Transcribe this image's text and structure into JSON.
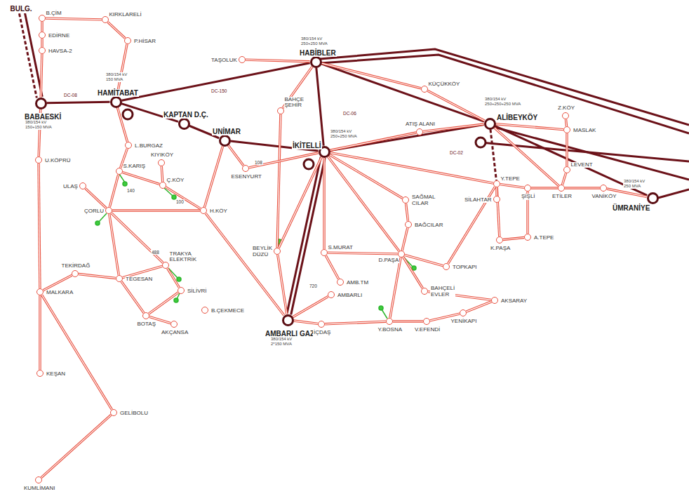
{
  "diagram": {
    "nodes": [
      {
        "text": [
          "BULG."
        ]
      },
      {
        "text": [
          "B.ÇİM"
        ]
      },
      {
        "text": [
          "KIRKLARELİ"
        ]
      },
      {
        "text": [
          "P.HİSAR"
        ]
      },
      {
        "text": [
          "EDİRNE"
        ]
      },
      {
        "text": [
          "HAVSA-2"
        ]
      },
      {
        "text": [
          "BABAESKİ"
        ]
      },
      {
        "text": [
          "HAMİTABAT"
        ]
      },
      {
        "text": [
          "TAŞOLUK"
        ]
      },
      {
        "text": [
          "HABİBLER"
        ]
      },
      {
        "text": [
          "KÜÇÜKKÖY"
        ]
      },
      {
        "text": [
          "ALİBEYKÖY"
        ]
      },
      {
        "text": [
          "Z.KÖY"
        ]
      },
      {
        "text": [
          "MASLAK"
        ]
      },
      {
        "text": [
          "LEVENT"
        ]
      },
      {
        "text": [
          "ÜMRANİYE"
        ]
      },
      {
        "text": [
          "VANİKÖY"
        ]
      },
      {
        "text": [
          "ETİLER"
        ]
      },
      {
        "text": [
          "ŞİŞLİ"
        ]
      },
      {
        "text": [
          "Y.TEPE"
        ]
      },
      {
        "text": [
          "SİLAHTAR"
        ]
      },
      {
        "text": [
          "K.PAŞA"
        ]
      },
      {
        "text": [
          "A.TEPE"
        ]
      },
      {
        "text": [
          "UNİMAR"
        ]
      },
      {
        "text": [
          "KAPTAN D.Ç."
        ]
      },
      {
        "text": [
          "İKİTELLİ"
        ]
      },
      {
        "text": [
          "BAHÇE ŞEHİR"
        ]
      },
      {
        "text": [
          "ATIŞ ALANI"
        ]
      },
      {
        "text": [
          "ESENYURT"
        ]
      },
      {
        "text": [
          "L.BURGAZ"
        ]
      },
      {
        "text": [
          "KIYIKÖY"
        ]
      },
      {
        "text": [
          "S.KARIŞ"
        ]
      },
      {
        "text": [
          "Ç.KÖY"
        ]
      },
      {
        "text": [
          "ULAŞ"
        ]
      },
      {
        "text": [
          "U.KÖPRÜ"
        ]
      },
      {
        "text": [
          "ÇORLU"
        ]
      },
      {
        "text": [
          "H.KÖY"
        ]
      },
      {
        "text": [
          "TRAKYA ELEKTRİK"
        ]
      },
      {
        "text": [
          "TEKİRDAĞ"
        ]
      },
      {
        "text": [
          "TEGESAN"
        ]
      },
      {
        "text": [
          "MALKARA"
        ]
      },
      {
        "text": [
          "SİLİVRİ"
        ]
      },
      {
        "text": [
          "BOTAŞ"
        ]
      },
      {
        "text": [
          "AKÇANSA"
        ]
      },
      {
        "text": [
          "B.ÇEKMECE"
        ]
      },
      {
        "text": [
          "BEYLİK DÜZÜ"
        ]
      },
      {
        "text": [
          "AMBARLI GAZ"
        ]
      },
      {
        "text": [
          "S.MURAT"
        ]
      },
      {
        "text": [
          "AMB.TM"
        ]
      },
      {
        "text": [
          "AMBARLI"
        ]
      },
      {
        "text": [
          "İÇDAŞ"
        ]
      },
      {
        "text": [
          "Y.BOSNA"
        ]
      },
      {
        "text": [
          "V.EFENDİ"
        ]
      },
      {
        "text": [
          "D.PAŞA"
        ]
      },
      {
        "text": [
          "SAĞMAL CILAR"
        ]
      },
      {
        "text": [
          "BAĞCILAR"
        ]
      },
      {
        "text": [
          "TOPKAPI"
        ]
      },
      {
        "text": [
          "BAHÇELİ EVLER"
        ]
      },
      {
        "text": [
          "AKSARAY"
        ]
      },
      {
        "text": [
          "YENİKAPI"
        ]
      },
      {
        "text": [
          "KEŞAN"
        ]
      },
      {
        "text": [
          "GELİBOLU"
        ]
      },
      {
        "text": [
          "KUMLİMANI"
        ]
      }
    ],
    "edges": [
      {
        "from": 0,
        "to": 6,
        "arrow": "none"
      },
      {
        "from": 0,
        "to": 6,
        "arrow": "none"
      },
      {
        "from": 6,
        "to": 7,
        "arrow": "none"
      },
      {
        "from": 7,
        "to": 9,
        "arrow": "none"
      },
      {
        "from": 7,
        "to": 24,
        "arrow": "none"
      },
      {
        "from": 24,
        "to": 23,
        "arrow": "none"
      },
      {
        "from": 23,
        "to": 25,
        "arrow": "none"
      },
      {
        "from": 9,
        "to": 25,
        "arrow": "none"
      },
      {
        "from": 9,
        "to": 11,
        "arrow": "none"
      },
      {
        "from": 25,
        "to": 11,
        "arrow": "none"
      },
      {
        "from": 11,
        "to": 15,
        "arrow": "none"
      },
      {
        "from": 25,
        "to": 46,
        "arrow": "none"
      },
      {
        "from": 25,
        "to": 46,
        "arrow": "none"
      },
      {
        "from": 11,
        "to": 19,
        "arrow": "none"
      },
      {
        "from": 1,
        "to": 2,
        "arrow": "none"
      },
      {
        "from": 2,
        "to": 3,
        "arrow": "none"
      },
      {
        "from": 3,
        "to": 7,
        "arrow": "none"
      },
      {
        "from": 1,
        "to": 4,
        "arrow": "none"
      },
      {
        "from": 4,
        "to": 5,
        "arrow": "none"
      },
      {
        "from": 5,
        "to": 6,
        "arrow": "none"
      },
      {
        "from": 6,
        "to": 34,
        "arrow": "none"
      },
      {
        "from": 34,
        "to": 40,
        "arrow": "none"
      },
      {
        "from": 40,
        "to": 60,
        "arrow": "none"
      },
      {
        "from": 40,
        "to": 61,
        "arrow": "none"
      },
      {
        "from": 61,
        "to": 62,
        "arrow": "none"
      },
      {
        "from": 40,
        "to": 38,
        "arrow": "none"
      },
      {
        "from": 38,
        "to": 39,
        "arrow": "none"
      },
      {
        "from": 39,
        "to": 37,
        "arrow": "none"
      },
      {
        "from": 39,
        "to": 42,
        "arrow": "none"
      },
      {
        "from": 42,
        "to": 43,
        "arrow": "none"
      },
      {
        "from": 42,
        "to": 41,
        "arrow": "none"
      },
      {
        "from": 41,
        "to": 37,
        "arrow": "none"
      },
      {
        "from": 36,
        "to": 46,
        "arrow": "none"
      },
      {
        "from": 35,
        "to": 33,
        "arrow": "none"
      },
      {
        "from": 35,
        "to": 31,
        "arrow": "none"
      },
      {
        "from": 31,
        "to": 29,
        "arrow": "none"
      },
      {
        "from": 29,
        "to": 7,
        "arrow": "none"
      },
      {
        "from": 31,
        "to": 32,
        "arrow": "none"
      },
      {
        "from": 30,
        "to": 32,
        "arrow": "none"
      },
      {
        "from": 32,
        "to": 36,
        "arrow": "none"
      },
      {
        "from": 35,
        "to": 36,
        "arrow": "none"
      },
      {
        "from": 35,
        "to": 39,
        "arrow": "none"
      },
      {
        "from": 35,
        "to": 37,
        "arrow": "none"
      },
      {
        "from": 36,
        "to": 23,
        "arrow": "none"
      },
      {
        "from": 9,
        "to": 8,
        "arrow": "none"
      },
      {
        "from": 9,
        "to": 10,
        "arrow": "none"
      },
      {
        "from": 10,
        "to": 11,
        "arrow": "none"
      },
      {
        "from": 9,
        "to": 26,
        "arrow": "none"
      },
      {
        "from": 26,
        "to": 45,
        "arrow": "none"
      },
      {
        "from": 25,
        "to": 27,
        "arrow": "none"
      },
      {
        "from": 27,
        "to": 11,
        "arrow": "none"
      },
      {
        "from": 11,
        "to": 13,
        "arrow": "none"
      },
      {
        "from": 12,
        "to": 13,
        "arrow": "none"
      },
      {
        "from": 13,
        "to": 14,
        "arrow": "none"
      },
      {
        "from": 14,
        "to": 17,
        "arrow": "none"
      },
      {
        "from": 17,
        "to": 16,
        "arrow": "none"
      },
      {
        "from": 16,
        "to": 15,
        "arrow": "none"
      },
      {
        "from": 11,
        "to": 17,
        "arrow": "none"
      },
      {
        "from": 18,
        "to": 17,
        "arrow": "none"
      },
      {
        "from": 19,
        "to": 18,
        "arrow": "none"
      },
      {
        "from": 19,
        "to": 21,
        "arrow": "none"
      },
      {
        "from": 18,
        "to": 22,
        "arrow": "none"
      },
      {
        "from": 21,
        "to": 22,
        "arrow": "none"
      },
      {
        "from": 19,
        "to": 20,
        "arrow": "none"
      },
      {
        "from": 25,
        "to": 19,
        "arrow": "none"
      },
      {
        "from": 25,
        "to": 54,
        "arrow": "none"
      },
      {
        "from": 54,
        "to": 55,
        "arrow": "none"
      },
      {
        "from": 55,
        "to": 53,
        "arrow": "none"
      },
      {
        "from": 25,
        "to": 53,
        "arrow": "none"
      },
      {
        "from": 25,
        "to": 47,
        "arrow": "none"
      },
      {
        "from": 25,
        "to": 45,
        "arrow": "none"
      },
      {
        "from": 25,
        "to": 28,
        "arrow": "none"
      },
      {
        "from": 28,
        "to": 23,
        "arrow": "none"
      },
      {
        "from": 53,
        "to": 56,
        "arrow": "none"
      },
      {
        "from": 53,
        "to": 57,
        "arrow": "none"
      },
      {
        "from": 57,
        "to": 58,
        "arrow": "none"
      },
      {
        "from": 58,
        "to": 59,
        "arrow": "none"
      },
      {
        "from": 59,
        "to": 52,
        "arrow": "none"
      },
      {
        "from": 52,
        "to": 51,
        "arrow": "none"
      },
      {
        "from": 51,
        "to": 50,
        "arrow": "none"
      },
      {
        "from": 50,
        "to": 46,
        "arrow": "none"
      },
      {
        "from": 49,
        "to": 46,
        "arrow": "none"
      },
      {
        "from": 48,
        "to": 47,
        "arrow": "none"
      },
      {
        "from": 47,
        "to": 53,
        "arrow": "none"
      },
      {
        "from": 51,
        "to": 53,
        "arrow": "none"
      },
      {
        "from": 45,
        "to": 46,
        "arrow": "none"
      },
      {
        "from": 56,
        "to": 19,
        "arrow": "none"
      }
    ],
    "labels": [
      "380/154 kV",
      "250+250 MVA",
      "380/154 kV",
      "150 MVA",
      "380/154 kV",
      "150+150 MVA",
      "380/154 kV",
      "250+250 MVA",
      "380/154 kV",
      "250+250+250 MVA",
      "380/154 kV",
      "250 MVA",
      "380/154 kV",
      "2*150 MVA",
      "DC-150",
      "DC-06",
      "DC-02",
      "DC-08",
      "140",
      "100",
      "488",
      "720",
      "108"
    ]
  }
}
